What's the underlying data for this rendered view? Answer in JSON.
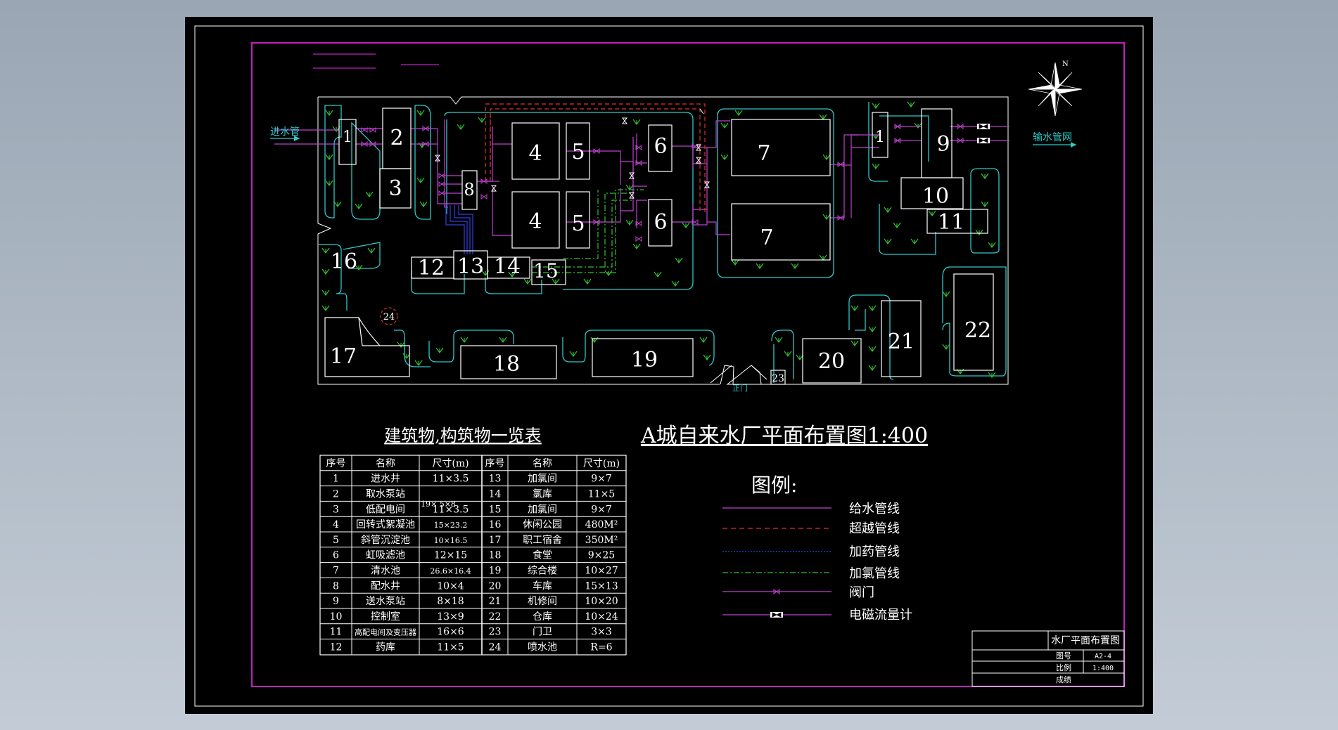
{
  "drawing": {
    "main_title": "A城自来水厂平面布置图1:400",
    "table_title": "建筑物,构筑物一览表",
    "legend_title": "图例:",
    "inlet_label": "进水管",
    "outlet_label": "输水管网",
    "gate_label": "正门",
    "north_label": "N",
    "stray_note": "19× 5×8"
  },
  "buildings": {
    "b1a": "1",
    "b1b": "1",
    "b2": "2",
    "b3": "3",
    "b4a": "4",
    "b4b": "4",
    "b5a": "5",
    "b5b": "5",
    "b6a": "6",
    "b6b": "6",
    "b7a": "7",
    "b7b": "7",
    "b8": "8",
    "b9": "9",
    "b10": "10",
    "b11": "11",
    "b12": "12",
    "b13": "13",
    "b14": "14",
    "b15": "15",
    "b16": "16",
    "b17": "17",
    "b18": "18",
    "b19": "19",
    "b20": "20",
    "b21": "21",
    "b22": "22",
    "b23": "23",
    "b24": "24"
  },
  "table": {
    "headers": [
      "序号",
      "名称",
      "尺寸(m)",
      "序号",
      "名称",
      "尺寸(m)"
    ],
    "rows": [
      [
        "1",
        "进水井",
        "11×3.5",
        "13",
        "加氯间",
        "9×7"
      ],
      [
        "2",
        "取水泵站",
        "",
        "14",
        "氯库",
        "11×5"
      ],
      [
        "3",
        "低配电间",
        "11×3.5",
        "15",
        "加氯间",
        "9×7"
      ],
      [
        "4",
        "回转式絮凝池",
        "15×23.2",
        "16",
        "休闲公园",
        "480M²"
      ],
      [
        "5",
        "斜管沉淀池",
        "10×16.5",
        "17",
        "职工宿舍",
        "350M²"
      ],
      [
        "6",
        "虹吸滤池",
        "12×15",
        "18",
        "食堂",
        "9×25"
      ],
      [
        "7",
        "清水池",
        "26.6×16.4",
        "19",
        "综合楼",
        "10×27"
      ],
      [
        "8",
        "配水井",
        "10×4",
        "20",
        "车库",
        "15×13"
      ],
      [
        "9",
        "送水泵站",
        "8×18",
        "21",
        "机修间",
        "10×20"
      ],
      [
        "10",
        "控制室",
        "13×9",
        "22",
        "仓库",
        "10×24"
      ],
      [
        "11",
        "高配电间及变压器",
        "16×6",
        "23",
        "门卫",
        "3×3"
      ],
      [
        "12",
        "药库",
        "11×5",
        "24",
        "喷水池",
        "R=6"
      ]
    ]
  },
  "legend": {
    "items": [
      {
        "label": "给水管线",
        "color": "#c040d0"
      },
      {
        "label": "超越管线",
        "color": "#e03030"
      },
      {
        "label": "加药管线",
        "color": "#3040e0"
      },
      {
        "label": "加氯管线",
        "color": "#30c030"
      },
      {
        "label": "阀门",
        "color": "#c040d0"
      },
      {
        "label": "电磁流量计",
        "color": "#c040d0"
      }
    ]
  },
  "title_block": {
    "name": "水厂平面布置图",
    "drawing_no_label": "图号",
    "drawing_no": "A2-4",
    "scale_label": "比例",
    "scale": "1:400",
    "grade_label": "成绩"
  },
  "colors": {
    "background": "#000000",
    "frame": "#ffffff",
    "border_magenta": "#c020c0",
    "pipe_water": "#c040d0",
    "pipe_bypass": "#e03030",
    "pipe_dosing": "#3040e0",
    "pipe_chlorine": "#30c030",
    "landscape": "#30c8c8"
  }
}
